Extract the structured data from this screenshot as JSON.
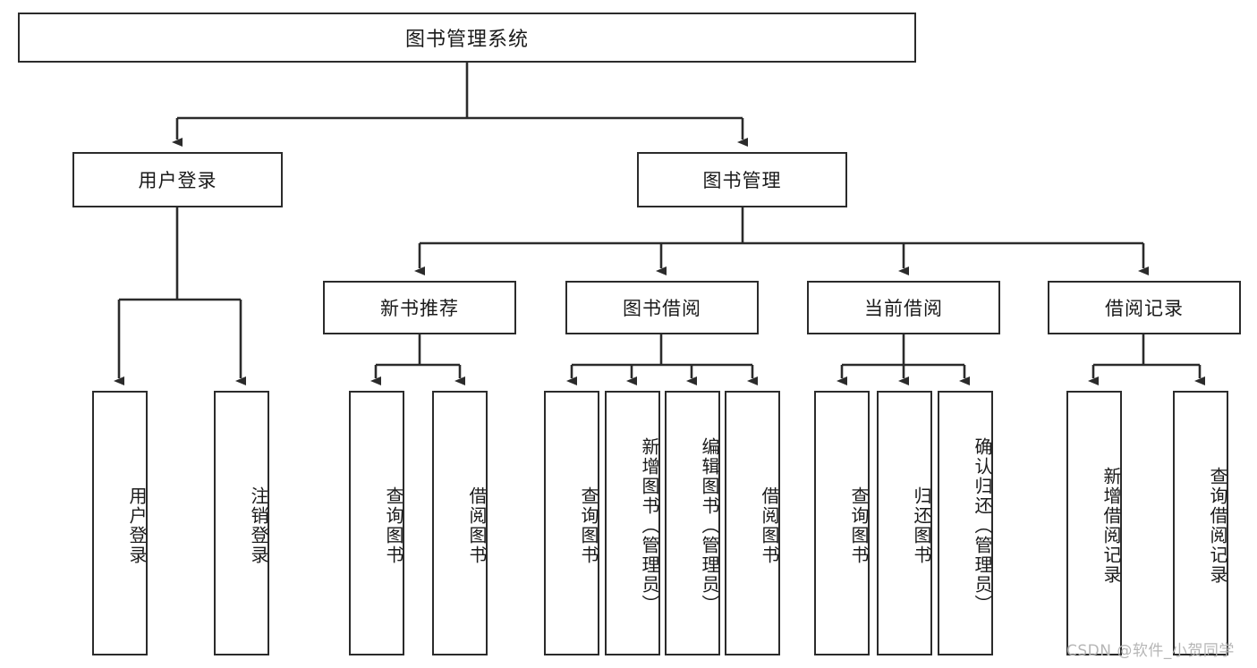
{
  "diagram": {
    "title": "图书管理系统",
    "type": "tree-hierarchy",
    "root": {
      "label": "图书管理系统"
    },
    "level2": [
      {
        "id": "user-login",
        "label": "用户登录"
      },
      {
        "id": "book-manage",
        "label": "图书管理"
      }
    ],
    "level3": [
      {
        "id": "new-book-recommend",
        "label": "新书推荐",
        "parent": "book-manage"
      },
      {
        "id": "book-borrow",
        "label": "图书借阅",
        "parent": "book-manage"
      },
      {
        "id": "current-borrow",
        "label": "当前借阅",
        "parent": "book-manage"
      },
      {
        "id": "borrow-record",
        "label": "借阅记录",
        "parent": "book-manage"
      }
    ],
    "leaves": [
      {
        "id": "leaf-user-login",
        "label": "用户登录",
        "parent": "user-login"
      },
      {
        "id": "leaf-logout-login",
        "label": "注销登录",
        "parent": "user-login"
      },
      {
        "id": "leaf-query-book-1",
        "label": "查询图书",
        "parent": "new-book-recommend"
      },
      {
        "id": "leaf-borrow-book-1",
        "label": "借阅图书",
        "parent": "new-book-recommend"
      },
      {
        "id": "leaf-query-book-2",
        "label": "查询图书",
        "parent": "book-borrow"
      },
      {
        "id": "leaf-add-book",
        "label": "新增图书（管理员）",
        "parent": "book-borrow"
      },
      {
        "id": "leaf-edit-book",
        "label": "编辑图书（管理员）",
        "parent": "book-borrow"
      },
      {
        "id": "leaf-borrow-book-2",
        "label": "借阅图书",
        "parent": "book-borrow"
      },
      {
        "id": "leaf-query-book-3",
        "label": "查询图书",
        "parent": "current-borrow"
      },
      {
        "id": "leaf-return-book",
        "label": "归还图书",
        "parent": "current-borrow"
      },
      {
        "id": "leaf-confirm-return",
        "label": "确认归还（管理员）",
        "parent": "current-borrow"
      },
      {
        "id": "leaf-add-record",
        "label": "新增借阅记录",
        "parent": "borrow-record"
      },
      {
        "id": "leaf-query-record",
        "label": "查询借阅记录",
        "parent": "borrow-record"
      }
    ],
    "watermark": "CSDN @软件_小贺同学",
    "colors": {
      "stroke": "#2b2b2b",
      "fill": "#ffffff",
      "text": "#1a1a1a",
      "watermark": "#b6b6b6"
    }
  }
}
